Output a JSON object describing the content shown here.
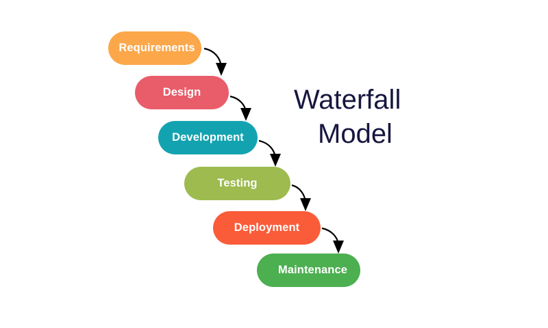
{
  "diagram": {
    "title_lines": [
      "Waterfall",
      "Model"
    ],
    "title_color": "#16163f",
    "arrow_color": "#000000",
    "phases": [
      {
        "label": "Requirements",
        "color": "#fba74a"
      },
      {
        "label": "Design",
        "color": "#e95c6a"
      },
      {
        "label": "Development",
        "color": "#13a3b0"
      },
      {
        "label": "Testing",
        "color": "#9dbb4f"
      },
      {
        "label": "Deployment",
        "color": "#fa5c39"
      },
      {
        "label": "Maintenance",
        "color": "#4caf50"
      }
    ],
    "connections": [
      {
        "from": "Requirements",
        "to": "Design"
      },
      {
        "from": "Design",
        "to": "Development"
      },
      {
        "from": "Development",
        "to": "Testing"
      },
      {
        "from": "Testing",
        "to": "Deployment"
      },
      {
        "from": "Deployment",
        "to": "Maintenance"
      }
    ]
  }
}
